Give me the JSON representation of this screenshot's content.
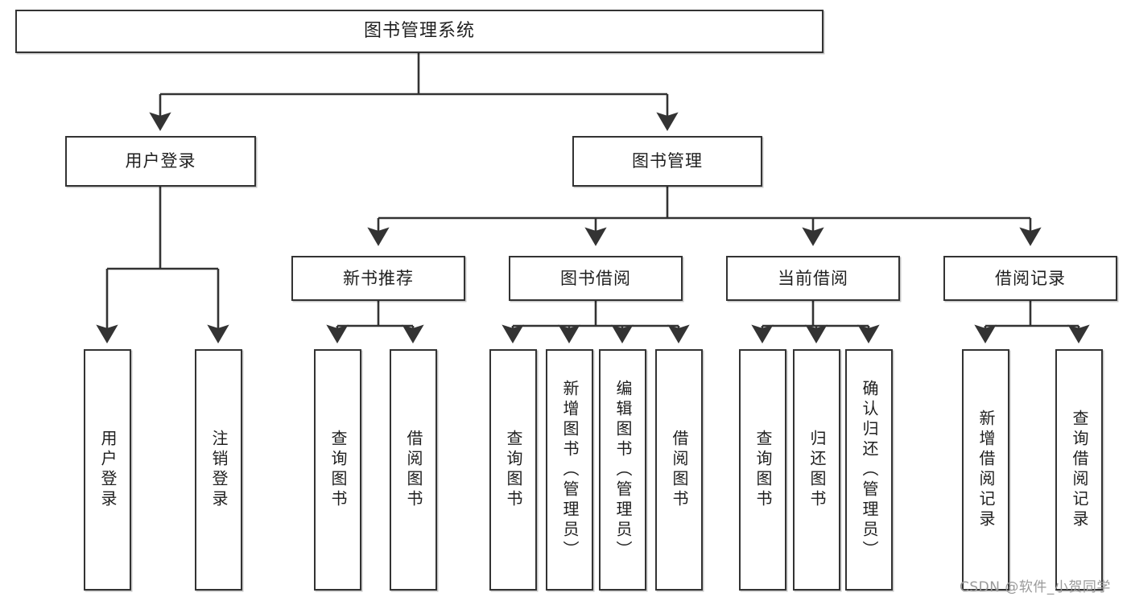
{
  "diagram": {
    "title": "图书管理系统",
    "type": "tree-hierarchy-diagram",
    "watermark": "CSDN @软件_小贺同学",
    "nodes": {
      "root": {
        "label": "图书管理系统"
      },
      "level2": [
        {
          "id": "user-login",
          "label": "用户登录"
        },
        {
          "id": "book-management",
          "label": "图书管理"
        }
      ],
      "level3": [
        {
          "id": "new-book-recommend",
          "label": "新书推荐"
        },
        {
          "id": "book-borrow",
          "label": "图书借阅"
        },
        {
          "id": "current-borrow",
          "label": "当前借阅"
        },
        {
          "id": "borrow-record",
          "label": "借阅记录"
        }
      ],
      "leaves": {
        "user_login": [
          {
            "id": "leaf-user-login",
            "label": "用户登录"
          },
          {
            "id": "leaf-logout",
            "label": "注销登录"
          }
        ],
        "new_book_recommend": [
          {
            "id": "leaf-query-book-1",
            "label": "查询图书"
          },
          {
            "id": "leaf-borrow-book-1",
            "label": "借阅图书"
          }
        ],
        "book_borrow": [
          {
            "id": "leaf-query-book-2",
            "label": "查询图书"
          },
          {
            "id": "leaf-add-book",
            "label": "新增图书（管理员）"
          },
          {
            "id": "leaf-edit-book",
            "label": "编辑图书（管理员）"
          },
          {
            "id": "leaf-borrow-book-2",
            "label": "借阅图书"
          }
        ],
        "current_borrow": [
          {
            "id": "leaf-query-book-3",
            "label": "查询图书"
          },
          {
            "id": "leaf-return-book",
            "label": "归还图书"
          },
          {
            "id": "leaf-confirm-return",
            "label": "确认归还（管理员）"
          }
        ],
        "borrow_record": [
          {
            "id": "leaf-add-record",
            "label": "新增借阅记录"
          },
          {
            "id": "leaf-query-record",
            "label": "查询借阅记录"
          }
        ]
      }
    },
    "colors": {
      "stroke": "#333333",
      "background": "#ffffff",
      "text": "#1f1f1f",
      "watermark": "#9a9a9a"
    }
  }
}
